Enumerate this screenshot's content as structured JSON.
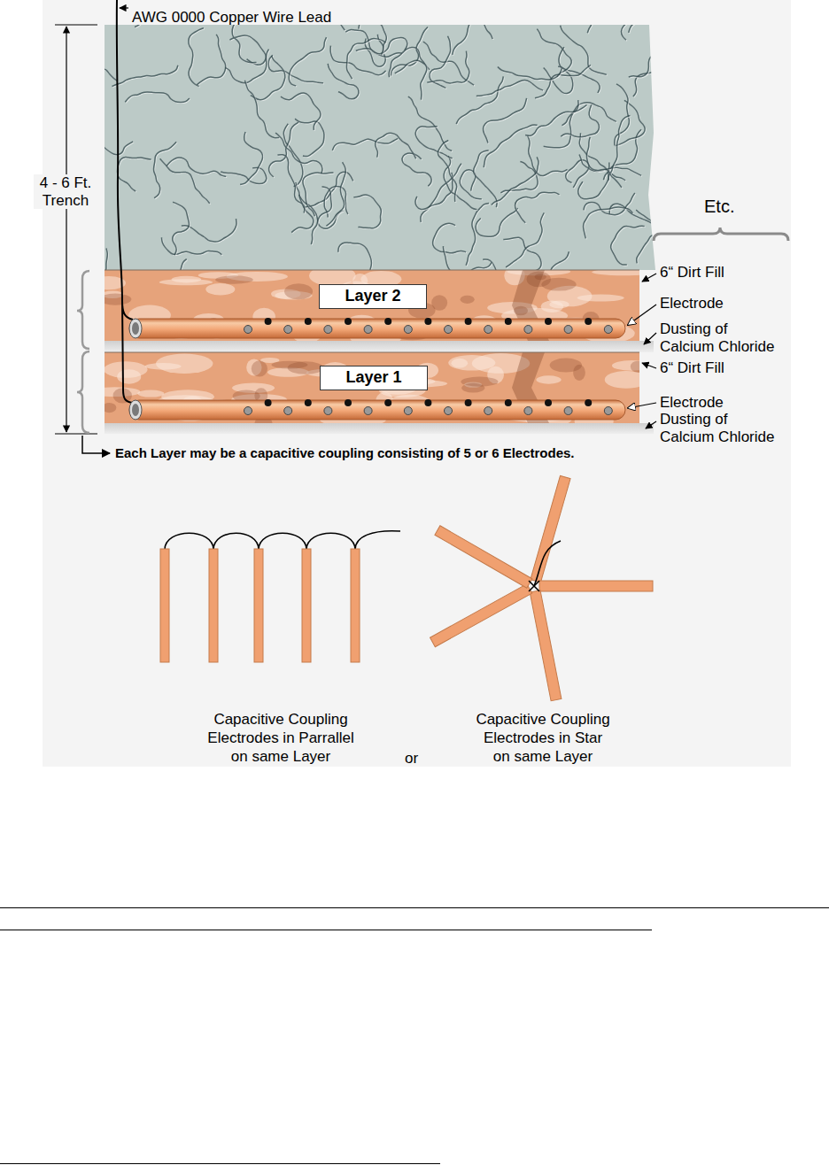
{
  "diagram": {
    "nodes": [
      {
        "text": [
          "Layer 2"
        ]
      },
      {
        "text": [
          "Layer 1"
        ]
      }
    ],
    "labels": [
      "AWG 0000 Copper Wire Lead",
      "4 - 6 Ft. Trench",
      "Etc.",
      "6“ Dirt Fill",
      "Electrode",
      "Dusting of Calcium Chloride",
      "6“ Dirt Fill",
      "Electrode",
      "Dusting of Calcium Chloride",
      "Each Layer may be a capacitive coupling consisting of 5 or 6 Electrodes.",
      "Capacitive Coupling Electrodes in Parrallel on same Layer",
      "or",
      "Capacitive Coupling Electrodes in Star on same Layer"
    ]
  }
}
